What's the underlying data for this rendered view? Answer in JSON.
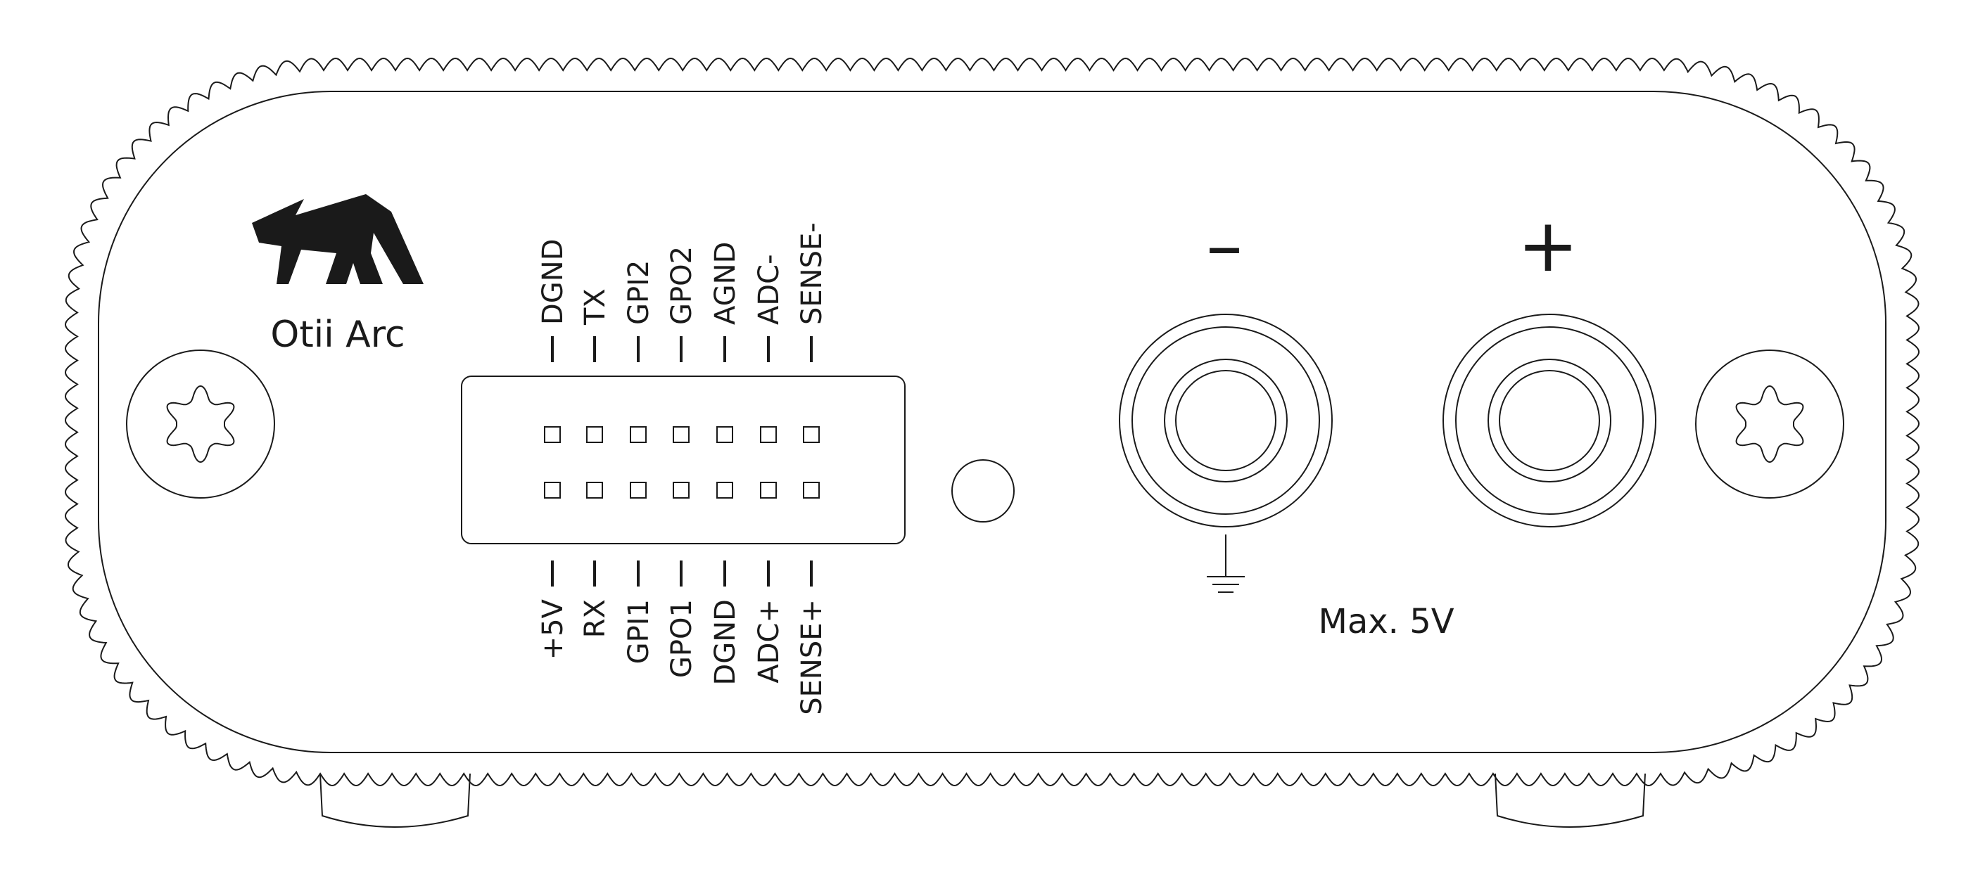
{
  "device": {
    "brand_name": "Otii Arc",
    "logo_icon": "otii-bear-logo-icon",
    "minus_symbol": "–",
    "plus_symbol": "+",
    "max_voltage_label": "Max. 5V",
    "ground_icon": "ground-symbol-icon",
    "screw_icon": "torx-screw-icon"
  },
  "expansion_port": {
    "top_row_labels": [
      "DGND",
      "TX",
      "GPI2",
      "GPO2",
      "AGND",
      "ADC-",
      "SENSE-"
    ],
    "bottom_row_labels": [
      "+5V",
      "RX",
      "GPI1",
      "GPO1",
      "DGND",
      "ADC+",
      "SENSE+"
    ],
    "pins_per_row": 7
  },
  "colors": {
    "line": "#1a1a1a",
    "background": "#ffffff"
  }
}
